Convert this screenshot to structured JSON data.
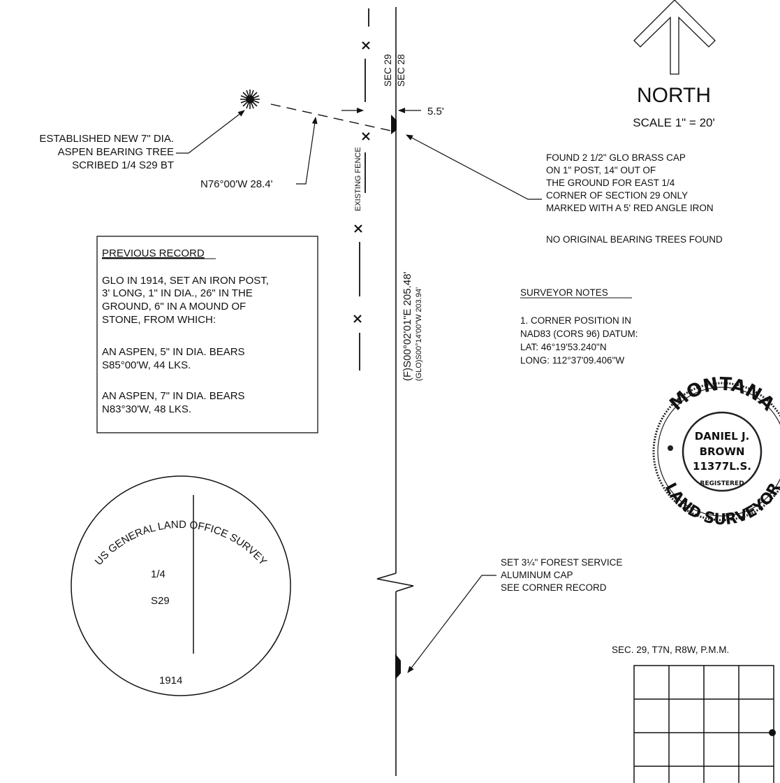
{
  "north": {
    "label": "NORTH",
    "scale": "SCALE 1\" = 20'"
  },
  "sections": {
    "left": "SEC 29",
    "right": "SEC 28"
  },
  "offset_label": "5.5'",
  "bearing_tree_note": [
    "ESTABLISHED NEW 7\" DIA.",
    "ASPEN BEARING TREE",
    "SCRIBED 1/4 S29 BT"
  ],
  "bearing_label": "N76°00'W   28.4'",
  "fence_label": "EXISTING FENCE",
  "line_bearing": {
    "f": "(F)S00°02'01\"E   205.48'",
    "glo": "(GLO)S00°14'00\"W   203.94'"
  },
  "found_note": [
    "FOUND 2 1/2\" GLO BRASS CAP",
    "ON 1\" POST, 14\" OUT OF",
    "THE GROUND FOR EAST 1/4",
    "CORNER OF SECTION 29 ONLY",
    "MARKED WITH A 5' RED ANGLE IRON"
  ],
  "no_trees_note": "NO ORIGINAL BEARING TREES FOUND",
  "previous_record": {
    "title": "PREVIOUS RECORD",
    "p1": [
      "GLO IN 1914, SET AN IRON POST,",
      "3' LONG, 1\" IN DIA., 26\" IN THE",
      "GROUND, 6\" IN A MOUND OF",
      "STONE, FROM WHICH:"
    ],
    "p2": [
      "AN ASPEN, 5\" IN DIA. BEARS",
      "S85°00'W, 44 LKS."
    ],
    "p3": [
      "AN ASPEN, 7\" IN DIA. BEARS",
      "N83°30'W, 48 LKS."
    ]
  },
  "surveyor_notes": {
    "title": "SURVEYOR NOTES",
    "lines": [
      "1. CORNER POSITION IN",
      "NAD83 (CORS 96) DATUM:",
      "LAT:  46°19'53.240\"N",
      "LONG:  112°37'09.406\"W"
    ]
  },
  "seal": {
    "top": "MONTANA",
    "name": "DANIEL J.",
    "surname": "BROWN",
    "license": "11377L.S.",
    "registered": "REGISTERED",
    "bottom": "LAND SURVEYOR"
  },
  "cap": {
    "arc_text": "US GENERAL LAND OFFICE SURVEY",
    "fraction": "1/4",
    "section": "S29",
    "year": "1914"
  },
  "set_note": [
    "SET 3¼\" FOREST SERVICE",
    "ALUMINUM CAP",
    "SEE CORNER RECORD"
  ],
  "location": "SEC. 29,  T7N,  R8W,  P.M.M."
}
